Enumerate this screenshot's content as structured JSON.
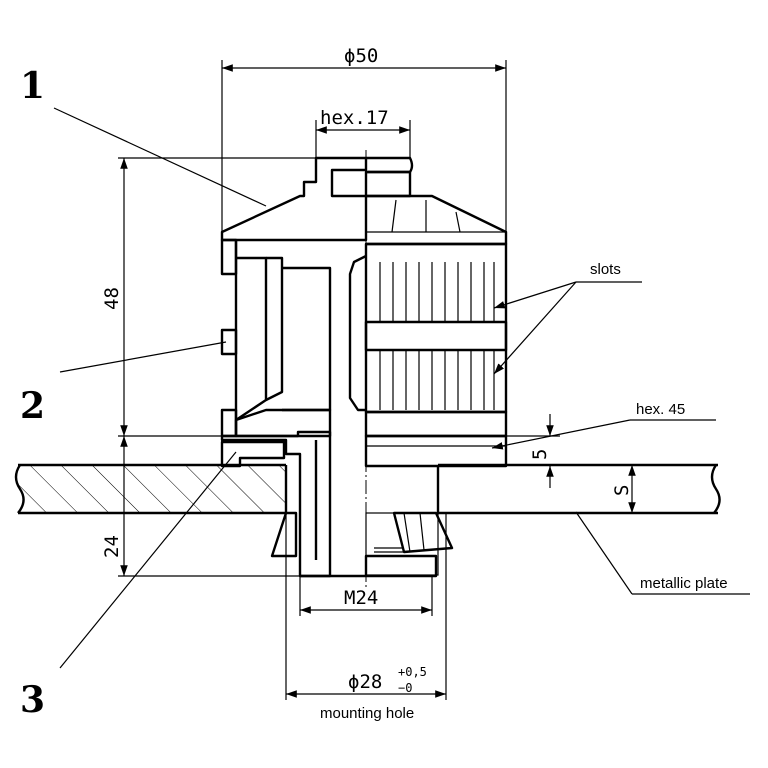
{
  "callouts": [
    "1",
    "2",
    "3"
  ],
  "dimensions": {
    "diameter": "ϕ50",
    "hex_small": "hex.17",
    "height_total": "48",
    "height_lower": "24",
    "thread": "M24",
    "hole_diameter": "ϕ28",
    "hole_tol_upper": "+0,5",
    "hole_tol_lower": "−0",
    "nut_height": "5",
    "plate_thickness": "S"
  },
  "labels": {
    "slots": "slots",
    "hex_nut": "hex. 45",
    "plate": "metallic plate",
    "mounting_hole": "mounting hole"
  }
}
